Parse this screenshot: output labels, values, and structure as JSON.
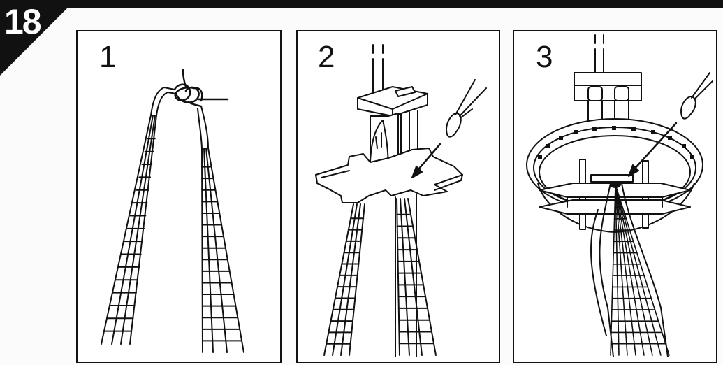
{
  "step_number": "18",
  "panels": [
    {
      "label": "1"
    },
    {
      "label": "2"
    },
    {
      "label": "3"
    }
  ],
  "colors": {
    "ink": "#111111",
    "paper": "#fbfbfb",
    "badge": "#111111"
  }
}
